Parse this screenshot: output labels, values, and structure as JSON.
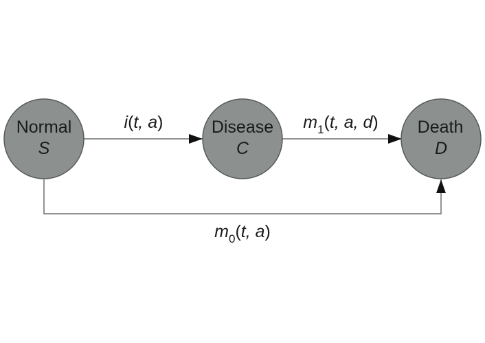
{
  "nodes": {
    "normal": {
      "label": "Normal",
      "symbol": "S"
    },
    "disease": {
      "label": "Disease",
      "symbol": "C"
    },
    "death": {
      "label": "Death",
      "symbol": "D"
    }
  },
  "edges": {
    "incidence": {
      "func": "i",
      "open": "(",
      "args": "t, a",
      "close": ")"
    },
    "disease_mortality": {
      "func": "m",
      "sub": "1",
      "open": "(",
      "args": "t, a, d",
      "close": ")"
    },
    "other_mortality": {
      "func": "m",
      "sub": "0",
      "open": "(",
      "args": "t, a",
      "close": ")"
    }
  },
  "colors": {
    "node_fill": "#8c9190",
    "node_stroke": "#555a59",
    "edge": "#6e6e6e",
    "arrowhead": "#111111",
    "text": "#1a1a1a"
  }
}
